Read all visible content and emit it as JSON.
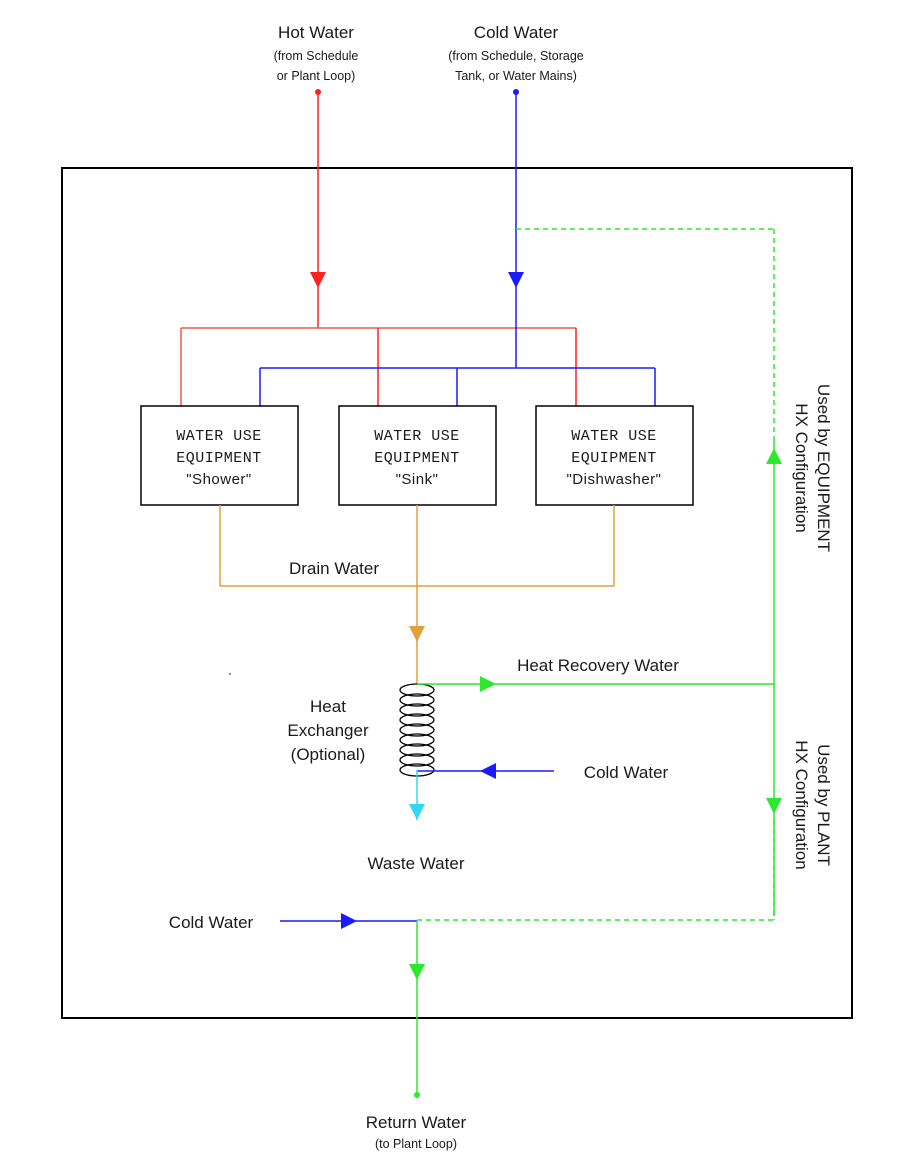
{
  "sources": {
    "hot_water": {
      "title": "Hot Water",
      "line1": "(from Schedule",
      "line2": "or Plant Loop)"
    },
    "cold_water": {
      "title": "Cold Water",
      "line1": "(from Schedule, Storage",
      "line2": "Tank, or Water Mains)"
    }
  },
  "equipment": [
    {
      "line1": "WATER USE",
      "line2": "EQUIPMENT",
      "name": "\"Shower\""
    },
    {
      "line1": "WATER USE",
      "line2": "EQUIPMENT",
      "name": "\"Sink\""
    },
    {
      "line1": "WATER USE",
      "line2": "EQUIPMENT",
      "name": "\"Dishwasher\""
    }
  ],
  "labels": {
    "drain_water": "Drain Water",
    "heat_recovery_water": "Heat Recovery Water",
    "heat_exchanger": [
      "Heat",
      "Exchanger",
      "(Optional)"
    ],
    "cold_water_hx": "Cold Water",
    "waste_water": "Waste Water",
    "cold_water_bottom": "Cold Water",
    "return_water": "Return Water",
    "return_water_sub": "(to Plant Loop)",
    "used_by_equipment": [
      "Used by EQUIPMENT",
      "HX Configuration"
    ],
    "used_by_plant": [
      "Used by PLANT",
      "HX Configuration"
    ]
  },
  "colors": {
    "hot": "#ff2020",
    "hot_branch": "#e85a4a",
    "cold": "#1a1aff",
    "drain": "#e0a03c",
    "recovery": "#2ee82e",
    "waste": "#30d8f0",
    "frame": "#000000"
  }
}
